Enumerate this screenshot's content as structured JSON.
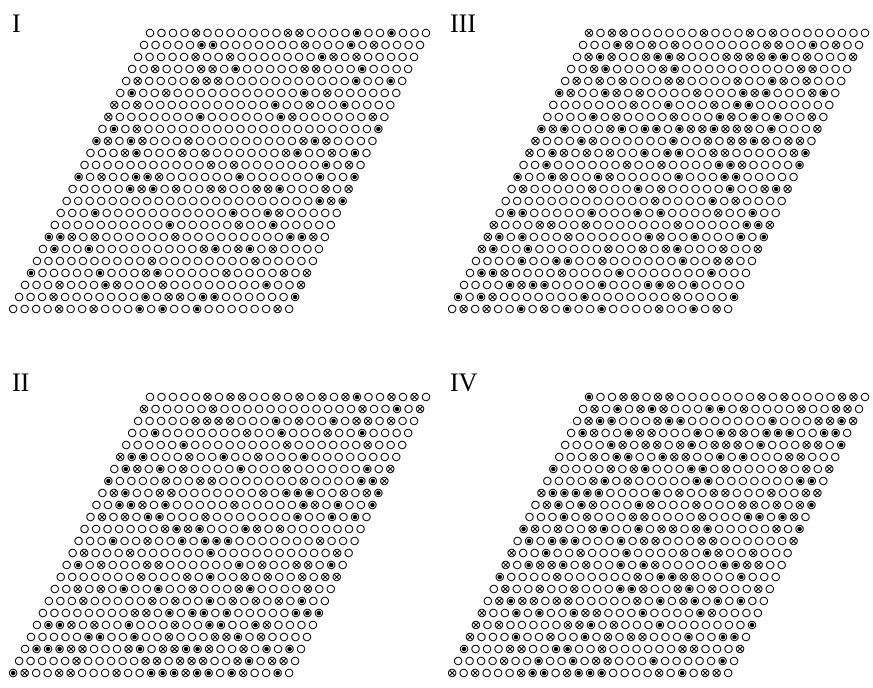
{
  "figure": {
    "panels": [
      {
        "id": "panel-I",
        "label": "I"
      },
      {
        "id": "panel-III",
        "label": "III"
      },
      {
        "id": "panel-II",
        "label": "II"
      },
      {
        "id": "panel-IV",
        "label": "IV"
      }
    ],
    "lattice": {
      "rows": 24,
      "columns": 25,
      "site_symbols": [
        "open-circle",
        "crossed-circle",
        "filled-circle"
      ]
    },
    "colors": {
      "background": "#ffffff",
      "stroke": "#000000"
    }
  }
}
